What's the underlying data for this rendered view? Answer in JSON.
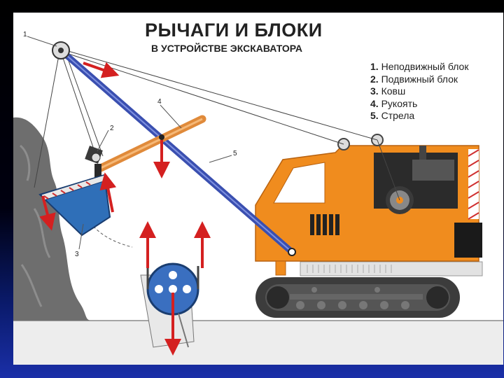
{
  "slide": {
    "title": "РЫЧАГИ И БЛОКИ",
    "subtitle": "В УСТРОЙСТВЕ ЭКСКАВАТОРА"
  },
  "legend": [
    {
      "num": "1.",
      "label": "Неподвижный блок"
    },
    {
      "num": "2.",
      "label": "Подвижный блок"
    },
    {
      "num": "3.",
      "label": "Ковш"
    },
    {
      "num": "4.",
      "label": "Рукоять"
    },
    {
      "num": "5.",
      "label": "Стрела"
    }
  ],
  "callouts": {
    "c1": "1",
    "c2": "2",
    "c3": "3",
    "c4": "4",
    "c5": "5"
  },
  "colors": {
    "excavator_body": "#f08c1e",
    "boom": "#3a4fb0",
    "bucket": "#2f6fb8",
    "handle": "#e08a3a",
    "arrow": "#d42020",
    "rock": "#6e6e6e",
    "track": "#3c3c3c"
  }
}
